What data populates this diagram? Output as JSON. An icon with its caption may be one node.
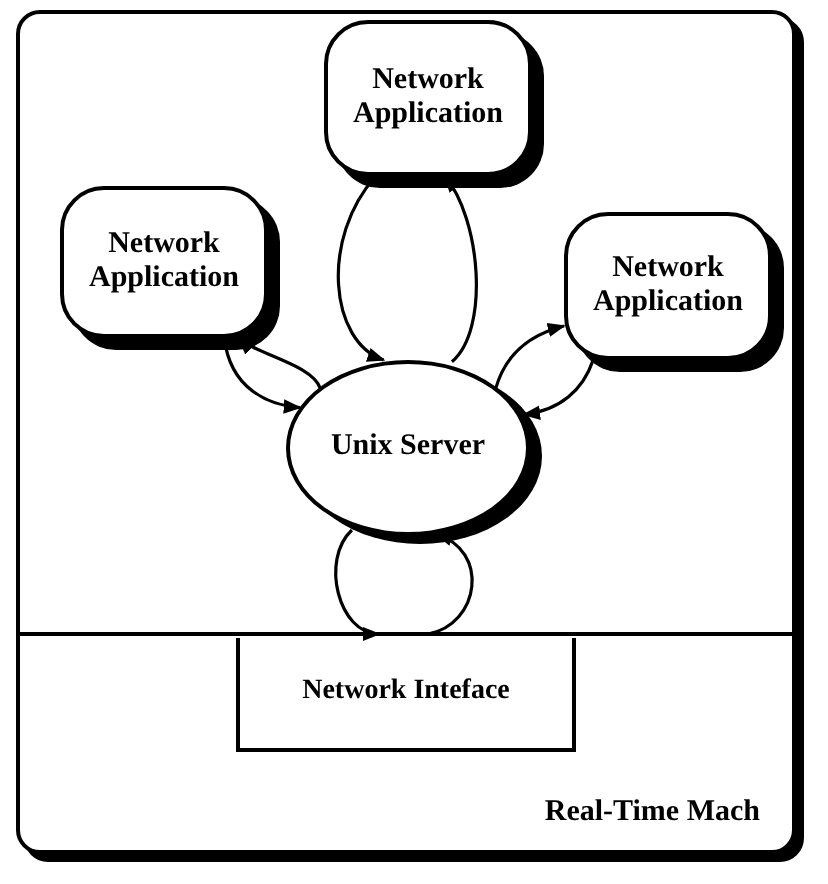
{
  "diagram": {
    "nodes": [
      {
        "text": [],
        "shape": "box"
      },
      {
        "text": [
          "Network Application"
        ],
        "in": 0
      },
      {
        "text": [
          "Network Application"
        ],
        "in": 0
      },
      {
        "text": [
          "Network Application"
        ],
        "in": 0
      },
      {
        "text": [
          "Unix Server"
        ],
        "in": 0
      },
      {
        "text": [
          "Real-Time Mach"
        ],
        "in": 0
      },
      {
        "text": [
          "Network Inteface"
        ],
        "in": 5
      }
    ],
    "edges": [
      {
        "from": 2,
        "to": 4,
        "arrow": "to"
      },
      {
        "from": 4,
        "to": 2,
        "arrow": "to"
      },
      {
        "from": 1,
        "to": 4,
        "arrow": "to"
      },
      {
        "from": 4,
        "to": 1,
        "arrow": "to"
      },
      {
        "from": 4,
        "to": 3,
        "arrow": "to"
      },
      {
        "from": 3,
        "to": 4,
        "arrow": "to"
      },
      {
        "from": 4,
        "to": 6,
        "arrow": "to"
      },
      {
        "from": 6,
        "to": 4,
        "arrow": "to"
      }
    ]
  }
}
